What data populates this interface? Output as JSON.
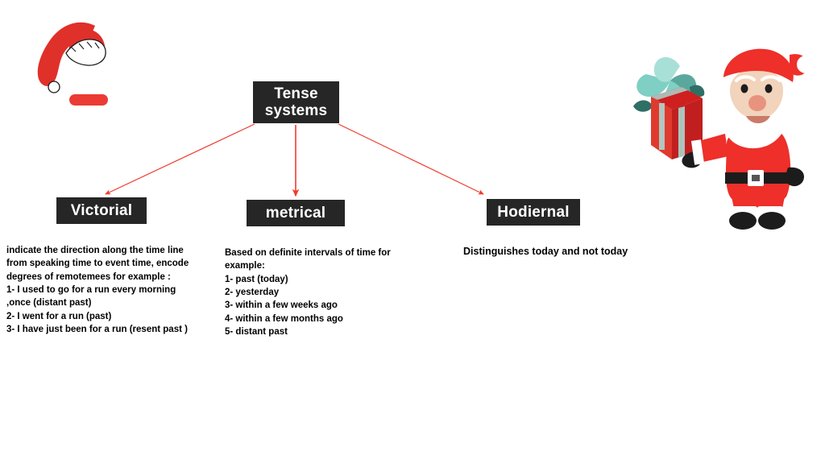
{
  "diagram": {
    "title": "Tense systems mind map",
    "root": {
      "label": "Tense\nsystems"
    },
    "branches": [
      {
        "id": "victorial",
        "label": "Victorial",
        "description": "indicate the direction along the time line from speaking time to event time, encode degrees of remotemees for example :\n1- I used to go for a run every morning ,once (distant past)\n2- I went for a run (past)\n3- I have just been for a run (resent past )"
      },
      {
        "id": "metrical",
        "label": "metrical",
        "description": "Based on definite intervals of time for example:\n1- past (today)\n2- yesterday\n3- within a few weeks ago\n4- within a few months ago\n5- distant past"
      },
      {
        "id": "hodiernal",
        "label": "Hodiernal",
        "description": "Distinguishes today and not today"
      }
    ]
  },
  "decorations": [
    {
      "name": "santa-hat-icon",
      "label": "Santa hat"
    },
    {
      "name": "red-pill-shape",
      "label": "red rounded bar"
    },
    {
      "name": "santa-claus-with-gift-image",
      "label": "Santa Claus holding a red gift box with teal ribbon"
    }
  ],
  "colors": {
    "node_background": "#262626",
    "node_text": "#ffffff",
    "connector": "#ef3b2d",
    "page_background": "#ffffff",
    "hat_red": "#e0302a",
    "pill_red": "#eb3b35",
    "gift_teal": "#7fcfc4",
    "santa_red": "#ee2f2a",
    "skin": "#f2d3bb"
  }
}
